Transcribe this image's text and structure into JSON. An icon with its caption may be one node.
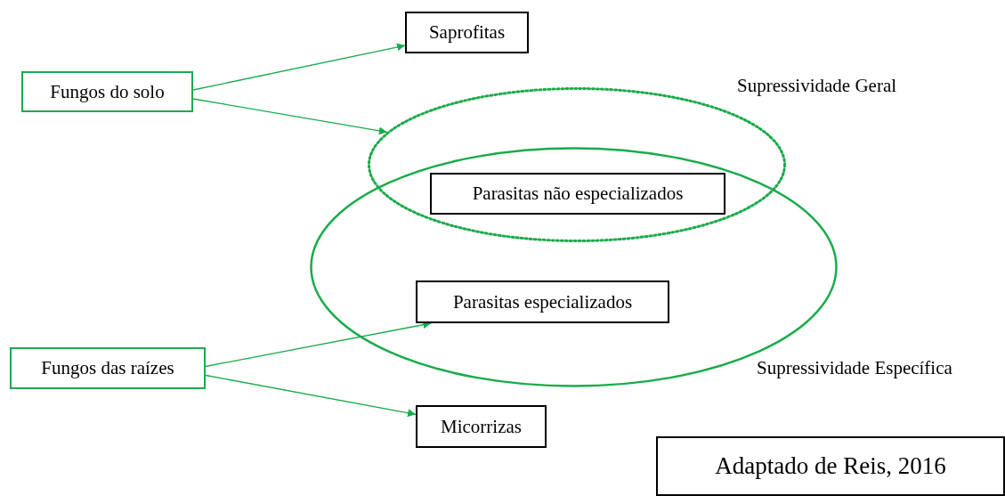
{
  "diagram": {
    "nodes": [
      {
        "text": [
          "Saprofitas"
        ]
      },
      {
        "text": [
          "Fungos do solo"
        ]
      },
      {
        "text": [],
        "shape": "ellipse",
        "beside": [
          "Supressividade Geral"
        ]
      },
      {
        "text": [],
        "shape": "ellipse",
        "beside": [
          "Supressividade Específica"
        ]
      },
      {
        "text": [
          "Parasitas não especializados"
        ]
      },
      {
        "text": [
          "Parasitas especializados"
        ],
        "in": 3
      },
      {
        "text": [
          "Fungos das raízes"
        ]
      },
      {
        "text": [
          "Micorrizas"
        ]
      },
      {
        "text": [
          "Adaptado de Reis, 2016"
        ]
      }
    ],
    "edges": [
      {
        "from": 1,
        "to": 0,
        "arrow": "to"
      },
      {
        "from": 1,
        "to": 2,
        "arrow": "to"
      },
      {
        "from": 6,
        "to": 5,
        "arrow": "to"
      },
      {
        "from": 6,
        "to": 7,
        "arrow": "to"
      }
    ]
  }
}
